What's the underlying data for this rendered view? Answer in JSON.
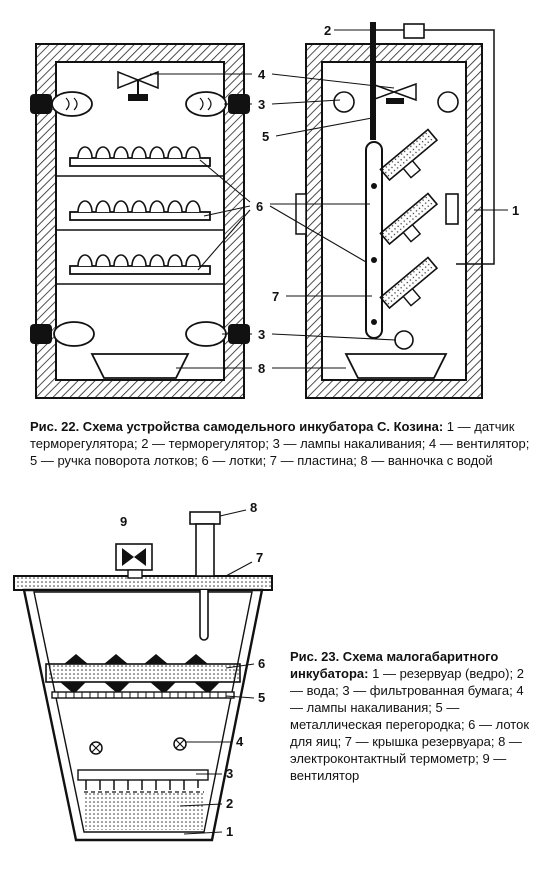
{
  "figure22": {
    "caption_title": "Рис. 22. Схема устройства самодельного инкубатора С. Козина:",
    "caption_text": "1 — датчик терморегулятора; 2 — терморегулятор; 3 — лампы накаливания; 4 — вентилятор; 5 — ручка поворота лотков; 6 — лотки; 7 — пластина; 8 — ванночка с водой",
    "labels": [
      "1",
      "2",
      "3",
      "3",
      "4",
      "5",
      "6",
      "7",
      "8"
    ]
  },
  "figure23": {
    "caption_title": "Рис. 23. Схема малогабаритного инкубатора:",
    "caption_text": "1 — резервуар (ведро); 2 — вода; 3 — фильтрованная бумага; 4 — лампы накаливания; 5 — металлическая перегородка; 6 — лоток для яиц; 7 — крышка резервуара; 8 — электроконтактный термометр; 9 — вентилятор",
    "labels": [
      "1",
      "2",
      "3",
      "4",
      "5",
      "6",
      "7",
      "8",
      "9"
    ]
  }
}
